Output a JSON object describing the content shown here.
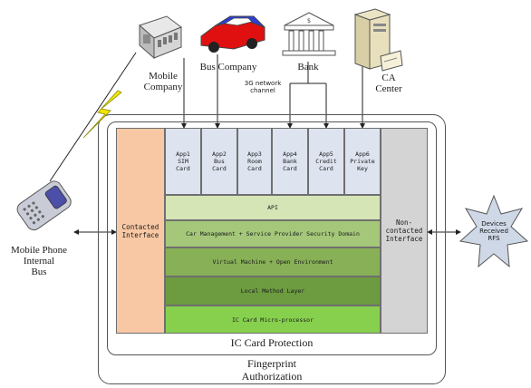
{
  "outer_label": [
    "Fingerprint",
    "Authorization"
  ],
  "protection_label": "IC Card Protection",
  "entities": {
    "mobile_company": [
      "Mobile",
      "Company"
    ],
    "bus_company": "Bus Company",
    "bank": "Bank",
    "ca_center": [
      "CA",
      "Center"
    ],
    "network_channel": [
      "3G network",
      "channel"
    ],
    "phone": [
      "Mobile Phone",
      "Internal",
      "Bus"
    ],
    "devices": [
      "Devices",
      "Received",
      "RFS"
    ]
  },
  "left_interface": [
    "Contacted",
    "Interface"
  ],
  "right_interface": [
    "Non-",
    "contacted",
    "Interface"
  ],
  "apps": [
    [
      "App1",
      "SIM",
      "Card"
    ],
    [
      "App2",
      "Bus",
      "Card"
    ],
    [
      "App3",
      "Room",
      "Card"
    ],
    [
      "App4",
      "Bank",
      "Card"
    ],
    [
      "App5",
      "Credit",
      "Card"
    ],
    [
      "App6",
      "Private",
      "Key"
    ]
  ],
  "layers": [
    "API",
    "Car Management + Service Provider Security Domain",
    "Virtual Machine + Open Environment",
    "Local Method Layer",
    "IC Card Micro-processor"
  ],
  "colors": {
    "apps_fill": "#dde3ef",
    "contacted_fill": "#f8c8a4",
    "noncontacted_fill": "#d4d4d4",
    "layer_fills": [
      "#d5e5b6",
      "#a4c77a",
      "#87b057",
      "#6c9b40",
      "#86d04e"
    ],
    "lightning": "#f2e600"
  }
}
